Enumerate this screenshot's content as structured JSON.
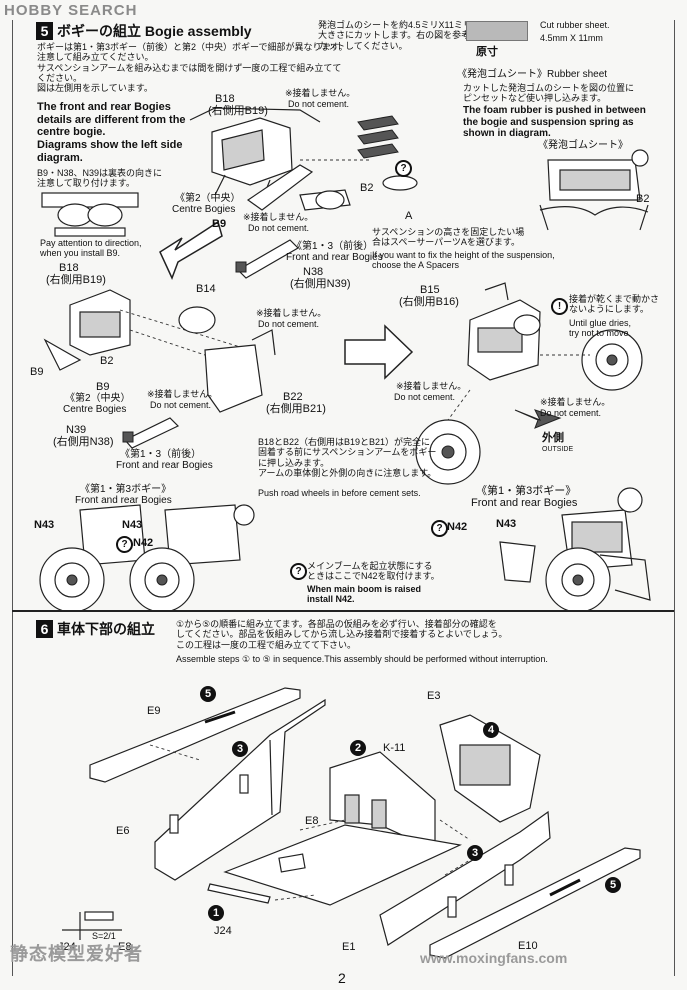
{
  "watermark_top": "HOBBY SEARCH",
  "section5": {
    "number": "5",
    "title": "ボギーの組立 Bogie assembly",
    "intro_jp": [
      "ボギーは第1・第3ボギー（前後）と第2（中央）ボギーで細部が異なります。",
      "注意して組み立てください。",
      "サスペンションアームを組み込むまでは間を開けず一度の工程で組み立てて",
      "ください。",
      "図は左側用を示しています。"
    ],
    "intro_en": [
      "The front and rear Bogies",
      "details are different from the",
      "centre bogie.",
      "Diagrams show the left side",
      "diagram."
    ],
    "rubber_jp": [
      "発泡ゴムのシートを約4.5ミリX11ミリの",
      "大きさにカットします。右の図を参考に",
      "カットしてください。"
    ],
    "rubber_swatch_label": [
      "Cut rubber sheet.",
      "4.5mm  X  11mm"
    ],
    "actual_size": "原寸",
    "rubber_title": "《発泡ゴムシート》Rubber sheet",
    "rubber_note_jp": [
      "カットした発泡ゴムのシートを図の位置に",
      "ピンセットなど使い押し込みます。"
    ],
    "rubber_note_en": [
      "The foam rubber is pushed in between",
      "the bogie and suspension spring as",
      "shown in diagram."
    ],
    "rubber_detail_title": "《発泡ゴムシート》",
    "b9_note_jp": [
      "B9・N38、N39は裏表の向きに",
      "注意して取り付けます。"
    ],
    "b9_note_en": [
      "Pay attention to direction,",
      "when you install B9."
    ],
    "labels": {
      "b18a": "B18",
      "b19a": "(右側用B19)",
      "no_cement_jp": "※接着しません。",
      "no_cement_en": "Do not cement.",
      "b2": "B2",
      "centre_jp": "《第2（中央）",
      "centre_en": "Centre Bogies",
      "b9": "B9",
      "a": "A",
      "spacer_jp": [
        "サスペンションの高さを固定したい場",
        "合はスペーサーパーツAを選びます。"
      ],
      "spacer_en": [
        "If you want to fix the height of the suspension,",
        "choose the A Spacers"
      ],
      "front_rear_jp": "《第1・3（前後）",
      "front_rear_en": "Front and rear Bogies",
      "n38": "N38",
      "n39": "(右側用N39)",
      "b14": "B14",
      "b15": "B15",
      "b16": "(右側用B16)",
      "glue_jp": [
        "接着が乾くまで動かさ",
        "ないようにします。"
      ],
      "glue_en": [
        "Until glue dries,",
        "try not to move."
      ],
      "b22": "B22",
      "b21": "(右側用B21)",
      "n39b": "N39",
      "n38b": "(右側用N38)",
      "outside_jp": "外側",
      "outside_en": "OUTSIDE",
      "push_jp": [
        "B18とB22（右側用はB19とB21）が完全に",
        "固着する前にサスペンションアームをボギー",
        "に押し込みます。",
        "アームの車体側と外側の向きに注意します。"
      ],
      "push_en": "Push road wheels in before cement sets.",
      "bogie13_jp": "《第1・第3ボギー》",
      "bogie13_en": "Front and rear Bogies",
      "n43": "N43",
      "n42": "N42",
      "boom_jp": [
        "メインブームを起立状態にする",
        "ときはここでN42を取付けます。"
      ],
      "boom_en": [
        "When main boom is raised",
        "install N42."
      ]
    }
  },
  "section6": {
    "number": "6",
    "title": "車体下部の組立",
    "intro_jp": [
      "①から⑤の順番に組み立てます。各部品の仮組みを必ず行い、接着部分の確認を",
      "してください。部品を仮組みしてから流し込み接着剤で接着するとよいでしょう。",
      "この工程は一度の工程で組み立てて下さい。"
    ],
    "intro_en": "Assemble steps ① to ⑤ in sequence.This assembly should be performed without interruption.",
    "parts": {
      "e9": "E9",
      "e3": "E3",
      "k11": "K-11",
      "e6": "E6",
      "e8": "E8",
      "j24": "J24",
      "e8b": "E8",
      "s": "S=2/1",
      "e1": "E1",
      "e10": "E10"
    },
    "steps": [
      "1",
      "2",
      "3",
      "3",
      "4",
      "5",
      "5"
    ]
  },
  "footer": {
    "watermark": "静态模型爱好者",
    "url": "www.moxingfans.com",
    "page": "2"
  }
}
